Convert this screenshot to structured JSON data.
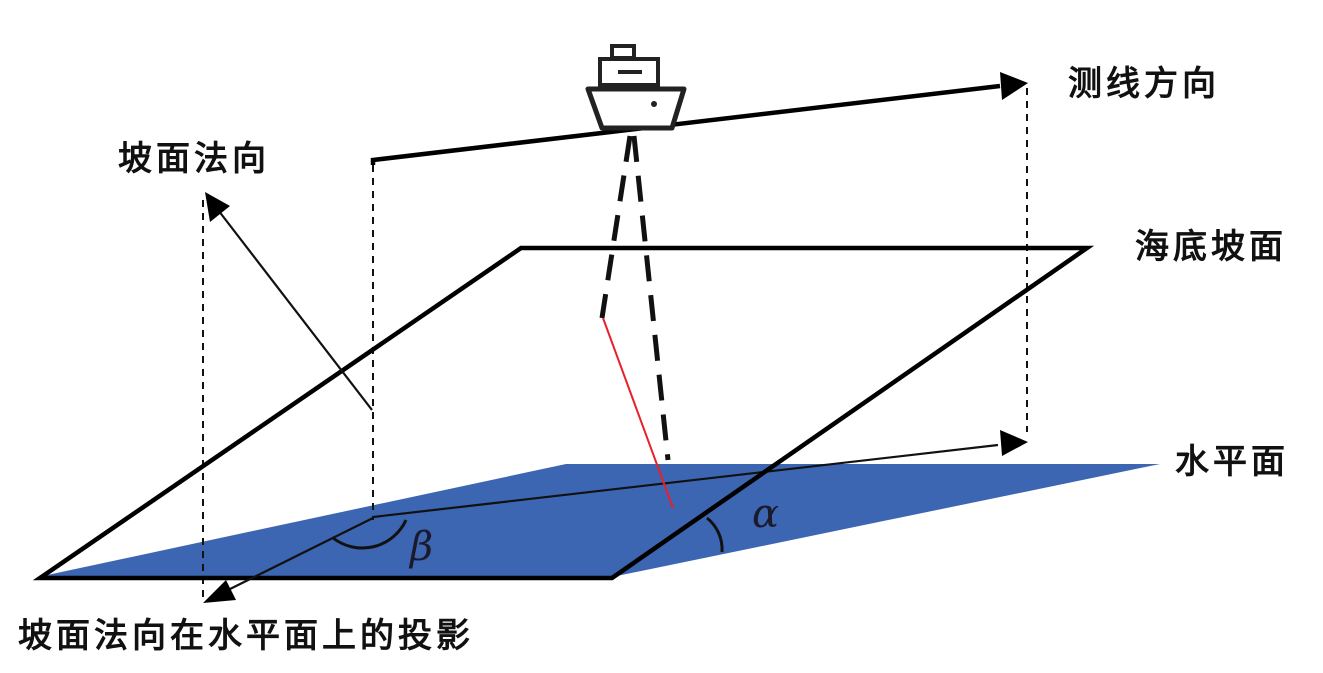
{
  "labels": {
    "survey_line_direction": "测线方向",
    "slope_normal": "坡面法向",
    "seabed_slope": "海底坡面",
    "horizontal_plane": "水平面",
    "normal_projection": "坡面法向在水平面上的投影",
    "alpha": "α",
    "beta": "β"
  },
  "colors": {
    "horizontal_plane_fill": "#3c65b2",
    "beam_ray": "#e8202a",
    "lines": "#000000"
  },
  "icons": {
    "vessel": "ship-icon"
  }
}
